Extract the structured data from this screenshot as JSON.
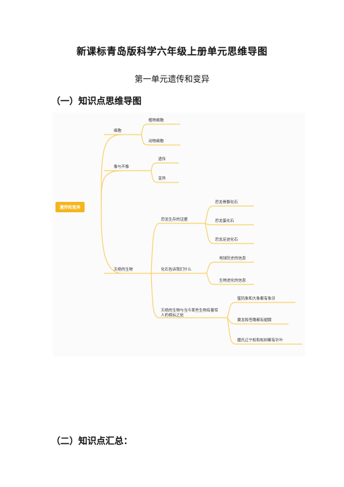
{
  "document": {
    "title": "新课标青岛版科学六年级上册单元思维导图",
    "unit_title": "第一单元遗传和变异",
    "section1": "（一）知识点思维导图",
    "section2": "（二）知识点汇总："
  },
  "mindmap": {
    "root": "遗传和变异",
    "branch_cells": "细胞",
    "cell_plant": "植物细胞",
    "cell_animal": "动物细胞",
    "branch_like": "像与不像",
    "like_heredity": "遗传",
    "like_variation": "变异",
    "branch_extinct": "灭绝的生物",
    "evidence": "恐龙生存的证据",
    "ev_bone": "恐龙骨骼化石",
    "ev_egg": "恐龙蛋化石",
    "ev_footprint": "恐龙足迹化石",
    "fossil_tell": "化石告诉我们什么",
    "ft_earth": "地球历史的信息",
    "ft_evolution": "生物进化的信息",
    "similarity": "灭绝的生物与当今某些生物有着惊人的相似之处",
    "sim_1": "猛犸象和大象都有象牙",
    "sim_2": "翼龙和苍鹰都有翅膀",
    "sim_3": "魔氏辽宁松和松树都有针叶"
  },
  "colors": {
    "accent": "#f5b51c",
    "line": "#f7d26b"
  }
}
